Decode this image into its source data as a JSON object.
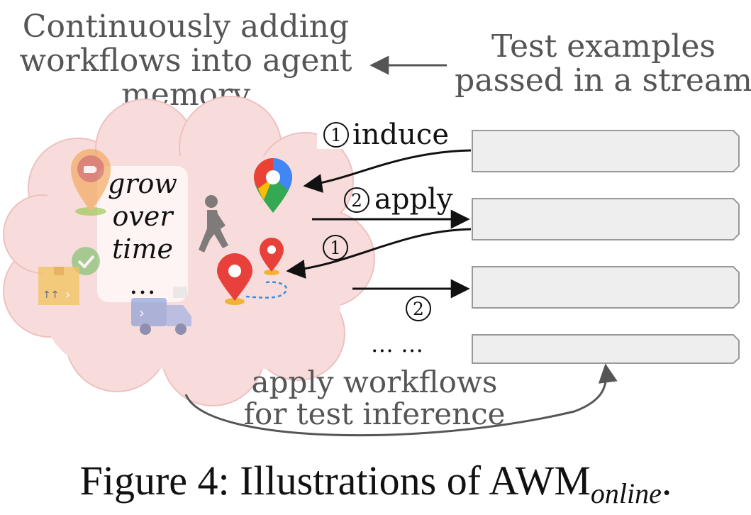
{
  "header_left": {
    "line1": "Continuously adding",
    "line2": "workflows into agent",
    "line3": "memory"
  },
  "header_right": {
    "line1": "Test examples",
    "line2": "passed in a stream"
  },
  "memory": {
    "grow_line1": "grow",
    "grow_line2": "over",
    "grow_line3": "time",
    "grow_ellipsis": "…",
    "cloud_color": "#f8dcdc"
  },
  "steps": {
    "induce_num": "1",
    "induce_label": "induce",
    "apply_num": "2",
    "apply_label": "apply",
    "step3_num": "1",
    "step4_num": "2",
    "ellipsis": "… …"
  },
  "bottom": {
    "line1": "apply workflows",
    "line2": "for test inference"
  },
  "caption": {
    "prefix": "Figure 4: Illustrations of AWM",
    "subscript": "online",
    "suffix": "."
  },
  "colors": {
    "text_gray": "#555555",
    "box_fill": "#eeeeee",
    "box_stroke": "#999999",
    "arrow": "#111111"
  },
  "icons": [
    "coffee-pin-icon",
    "check-icon",
    "package-box-icon",
    "delivery-truck-icon",
    "walking-person-icon",
    "google-maps-pin-icon",
    "route-pins-icon"
  ]
}
